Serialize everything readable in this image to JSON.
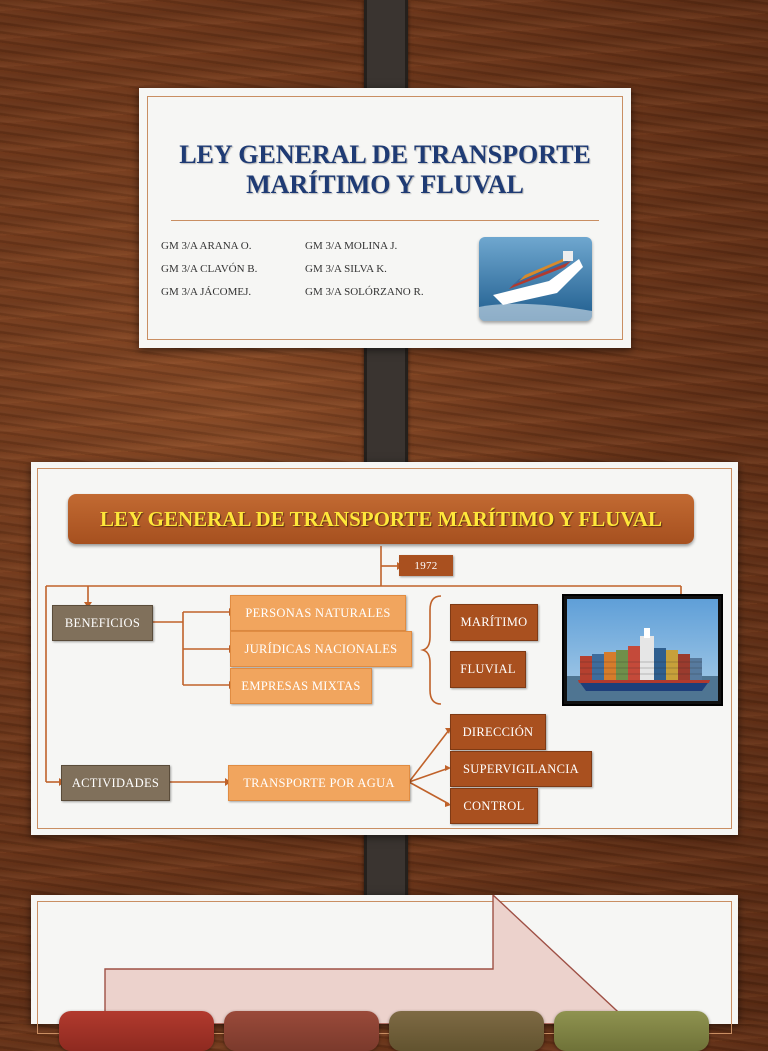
{
  "slide1": {
    "title_line1": "LEY GENERAL DE TRANSPORTE",
    "title_line2": "MARÍTIMO Y FLUVAL",
    "authors_left": [
      "GM 3/A ARANA O.",
      "GM 3/A CLAVÓN B.",
      "GM 3/A JÁCOMEJ."
    ],
    "authors_right": [
      "GM 3/A MOLINA J.",
      "GM 3/A SILVA K.",
      "GM 3/A SOLÓRZANO R."
    ]
  },
  "slide2": {
    "banner": "LEY GENERAL DE TRANSPORTE MARÍTIMO Y FLUVAL",
    "year": "1972",
    "beneficios": "BENEFICIOS",
    "beneficiaries": [
      "PERSONAS NATURALES",
      "JURÍDICAS NACIONALES",
      "EMPRESAS MIXTAS"
    ],
    "scope": [
      "MARÍTIMO",
      "FLUVIAL"
    ],
    "actividades": "ACTIVIDADES",
    "transporte": "TRANSPORTE POR AGUA",
    "functions": [
      "DIRECCIÓN",
      "SUPERVIGILANCIA",
      "CONTROL"
    ]
  },
  "colors": {
    "title_blue": "#1f3b74",
    "banner_yellow": "#ffe73a",
    "olive_box": "#80705b",
    "light_orange_box": "#f1a55e",
    "dark_orange_box": "#a9501f",
    "connector": "#c0622a"
  },
  "icons": [
    "container-ship-image",
    "container-ship-photo"
  ]
}
